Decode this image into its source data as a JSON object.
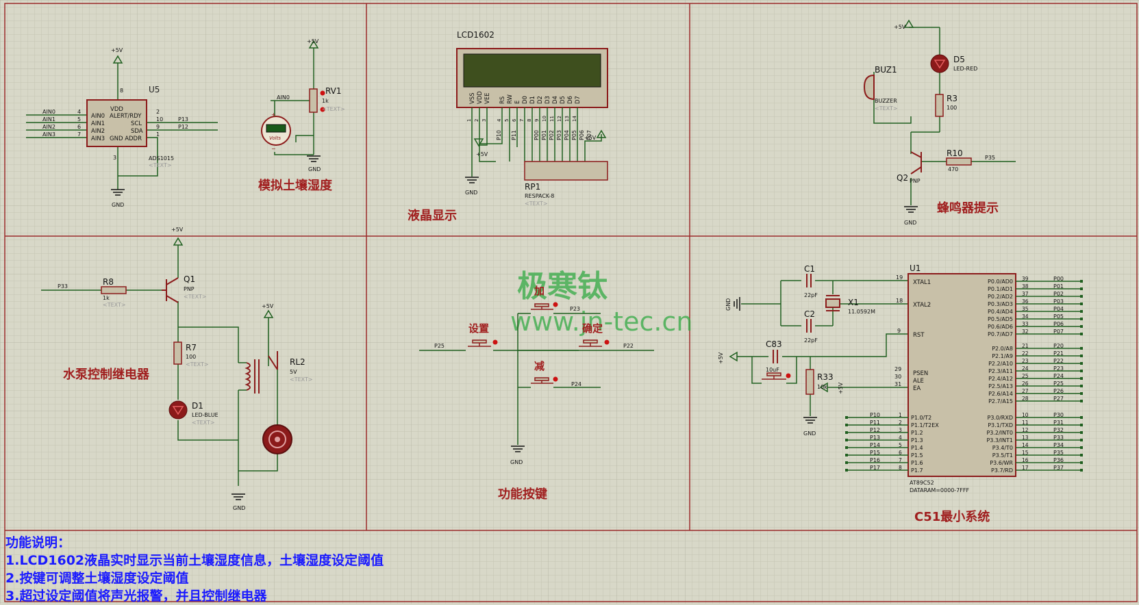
{
  "sections": {
    "adc": "模拟土壤湿度",
    "lcd": "液晶显示",
    "buzzer": "蜂鸣器提示",
    "relay": "水泵控制继电器",
    "keys": "功能按键",
    "mcu": "C51最小系统"
  },
  "watermark": {
    "cn": "极寒钛",
    "url": "www.jn-tec.cn"
  },
  "notes": {
    "title": "功能说明：",
    "line1": "1.LCD1602液晶实时显示当前土壤湿度信息，土壤湿度设定阈值",
    "line2": "2.按键可调整土壤湿度设定阈值",
    "line3": "3.超过设定阈值将声光报警，并且控制继电器"
  },
  "labels": {
    "vcc": "+5V",
    "gnd": "GND",
    "text": "<TEXT>",
    "u5": "U5",
    "u5_part": "ADS1015",
    "u5_pins_left": [
      "VDD",
      "AIN0",
      "AIN1",
      "AIN2",
      "AIN3"
    ],
    "u5_pins_right": [
      "ALERT/RDY",
      "SCL",
      "SDA",
      "GND ADDR"
    ],
    "u5_nets_left": [
      "AIN0",
      "AIN1",
      "AIN2",
      "AIN3"
    ],
    "u5_nums_left": [
      "4",
      "5",
      "6",
      "7"
    ],
    "u5_nums_right": [
      "2",
      "10",
      "9",
      "1"
    ],
    "u5_p13": "P13",
    "u5_p12": "P12",
    "u5_vdd_pin": "8",
    "u5_gnd_pin": "3",
    "rv1": "RV1",
    "rv1_val": "1k",
    "ain0": "AIN0",
    "volts": "Volts",
    "lcd": "LCD1602",
    "lcd_pins": [
      "VSS",
      "VDD",
      "VEE",
      "RS",
      "RW",
      "E",
      "D0",
      "D1",
      "D2",
      "D3",
      "D4",
      "D5",
      "D6",
      "D7"
    ],
    "lcd_nets": [
      "P10",
      "P11",
      "P00",
      "P01",
      "P02",
      "P03",
      "P04",
      "P05",
      "P06",
      "P07"
    ],
    "rp1": "RP1",
    "rp1_part": "RESPACK-8",
    "buz1": "BUZ1",
    "buzzer": "BUZZER",
    "d5": "D5",
    "d5_part": "LED-RED",
    "r3": "R3",
    "r3_val": "100",
    "r10": "R10",
    "r10_val": "470",
    "p35": "P35",
    "q2": "Q2",
    "pnp": "PNP",
    "r8": "R8",
    "r8_val": "1k",
    "p33": "P33",
    "q1": "Q1",
    "r7": "R7",
    "r7_val": "100",
    "d1": "D1",
    "d1_part": "LED-BLUE",
    "rl2": "RL2",
    "rl2_val": "5V",
    "k_add": "加",
    "k_set": "设置",
    "k_ok": "确定",
    "k_sub": "减",
    "p23": "P23",
    "p25": "P25",
    "p22": "P22",
    "p24": "P24",
    "c1": "C1",
    "c2": "C2",
    "c_val": "22pF",
    "x1": "X1",
    "x1_val": "11.0592M",
    "c83": "C83",
    "c83_val": "10uF",
    "r33": "R33",
    "r33_val": "10k",
    "u1": "U1",
    "u1_part": "AT89C52",
    "u1_data": "DATARAM=0000-7FFF",
    "u1_left": [
      "XTAL1",
      "XTAL2",
      "RST",
      "PSEN",
      "ALE",
      "EA"
    ],
    "u1_left_nums": [
      "19",
      "18",
      "9",
      "29",
      "30",
      "31"
    ],
    "u1_p0": [
      "P0.0/AD0",
      "P0.1/AD1",
      "P0.2/AD2",
      "P0.3/AD3",
      "P0.4/AD4",
      "P0.5/AD5",
      "P0.6/AD6",
      "P0.7/AD7"
    ],
    "u1_p0_nums": [
      "39",
      "38",
      "37",
      "36",
      "35",
      "34",
      "33",
      "32"
    ],
    "u1_p0_nets": [
      "P00",
      "P01",
      "P02",
      "P03",
      "P04",
      "P05",
      "P06",
      "P07"
    ],
    "u1_p2": [
      "P2.0/A8",
      "P2.1/A9",
      "P2.2/A10",
      "P2.3/A11",
      "P2.4/A12",
      "P2.5/A13",
      "P2.6/A14",
      "P2.7/A15"
    ],
    "u1_p2_nums": [
      "21",
      "22",
      "23",
      "24",
      "25",
      "26",
      "27",
      "28"
    ],
    "u1_p2_nets": [
      "P20",
      "P21",
      "P22",
      "P23",
      "P24",
      "P25",
      "P26",
      "P27"
    ],
    "u1_p3": [
      "P3.0/RXD",
      "P3.1/TXD",
      "P3.2/INT0",
      "P3.3/INT1",
      "P3.4/T0",
      "P3.5/T1",
      "P3.6/WR",
      "P3.7/RD"
    ],
    "u1_p3_nums": [
      "10",
      "11",
      "12",
      "13",
      "14",
      "15",
      "16",
      "17"
    ],
    "u1_p3_nets": [
      "P30",
      "P31",
      "P32",
      "P33",
      "P34",
      "P35",
      "P36",
      "P37"
    ],
    "u1_p1": [
      "P1.0/T2",
      "P1.1/T2EX",
      "P1.2",
      "P1.3",
      "P1.4",
      "P1.5",
      "P1.6",
      "P1.7"
    ],
    "u1_p1_nums": [
      "1",
      "2",
      "3",
      "4",
      "5",
      "6",
      "7",
      "8"
    ],
    "u1_p1_nets": [
      "P10",
      "P11",
      "P12",
      "P13",
      "P14",
      "P15",
      "P16",
      "P17"
    ]
  }
}
